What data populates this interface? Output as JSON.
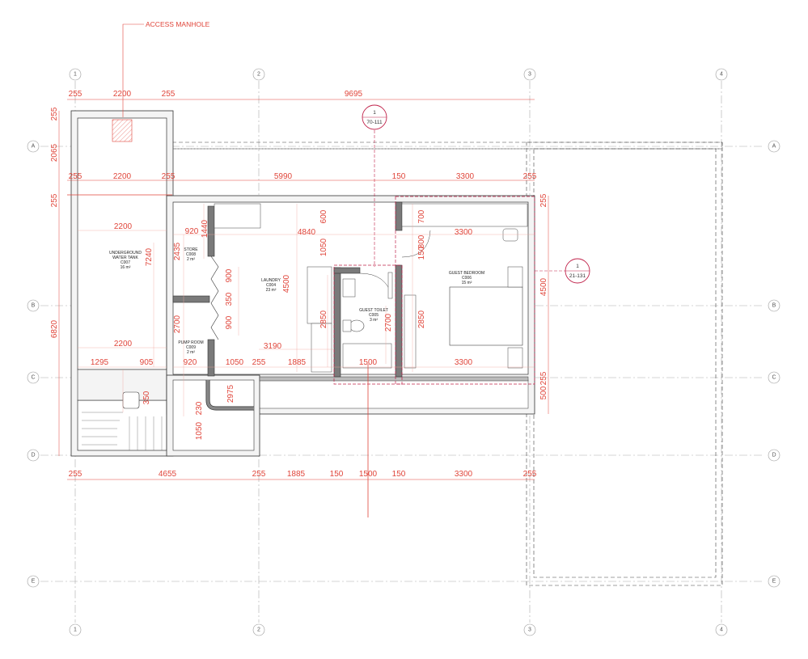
{
  "callout_access_manhole": "ACCESS MANHOLE",
  "grid_columns": [
    "1",
    "2",
    "3",
    "4"
  ],
  "grid_rows": [
    "A",
    "B",
    "C",
    "D",
    "E"
  ],
  "section_marks": [
    {
      "number": "1",
      "ref": "70-111"
    },
    {
      "number": "1",
      "ref": "21-131"
    }
  ],
  "rooms": [
    {
      "name": "UNDERGROUND",
      "name2": "WATER TANK",
      "code": "C007",
      "area": "16 m²"
    },
    {
      "name": "STORE",
      "code": "C008",
      "area": "2 m²"
    },
    {
      "name": "LAUNDRY",
      "code": "C004",
      "area": "23 m²"
    },
    {
      "name": "GUEST TOILET",
      "code": "C005",
      "area": "3 m²"
    },
    {
      "name": "GUEST BEDROOM",
      "code": "C006",
      "area": "15 m²"
    },
    {
      "name": "PUMP ROOM",
      "code": "C009",
      "area": "2 m²"
    }
  ],
  "dimensions": {
    "top_row1": [
      "255",
      "2200",
      "255",
      "9695"
    ],
    "top_row2": [
      "255",
      "2200",
      "255",
      "5990",
      "150",
      "3300",
      "255"
    ],
    "left": [
      "255",
      "2065",
      "255",
      "6820"
    ],
    "tank": [
      "2200",
      "7240",
      "2200",
      "1295",
      "905",
      "350"
    ],
    "store": [
      "920",
      "2435",
      "1440"
    ],
    "pump": [
      "920",
      "2700",
      "230",
      "1050",
      "2975"
    ],
    "laundry": [
      "4840",
      "600",
      "1050",
      "4500",
      "3190",
      "1050",
      "255",
      "1885",
      "900",
      "350",
      "900"
    ],
    "toilet": [
      "2850",
      "2700",
      "1500"
    ],
    "bedroom": [
      "700",
      "3300",
      "150",
      "800",
      "2850",
      "3300"
    ],
    "right": [
      "255",
      "4500",
      "255",
      "500"
    ],
    "bottom": [
      "255",
      "4655",
      "255",
      "1885",
      "150",
      "1500",
      "150",
      "3300",
      "255"
    ]
  }
}
